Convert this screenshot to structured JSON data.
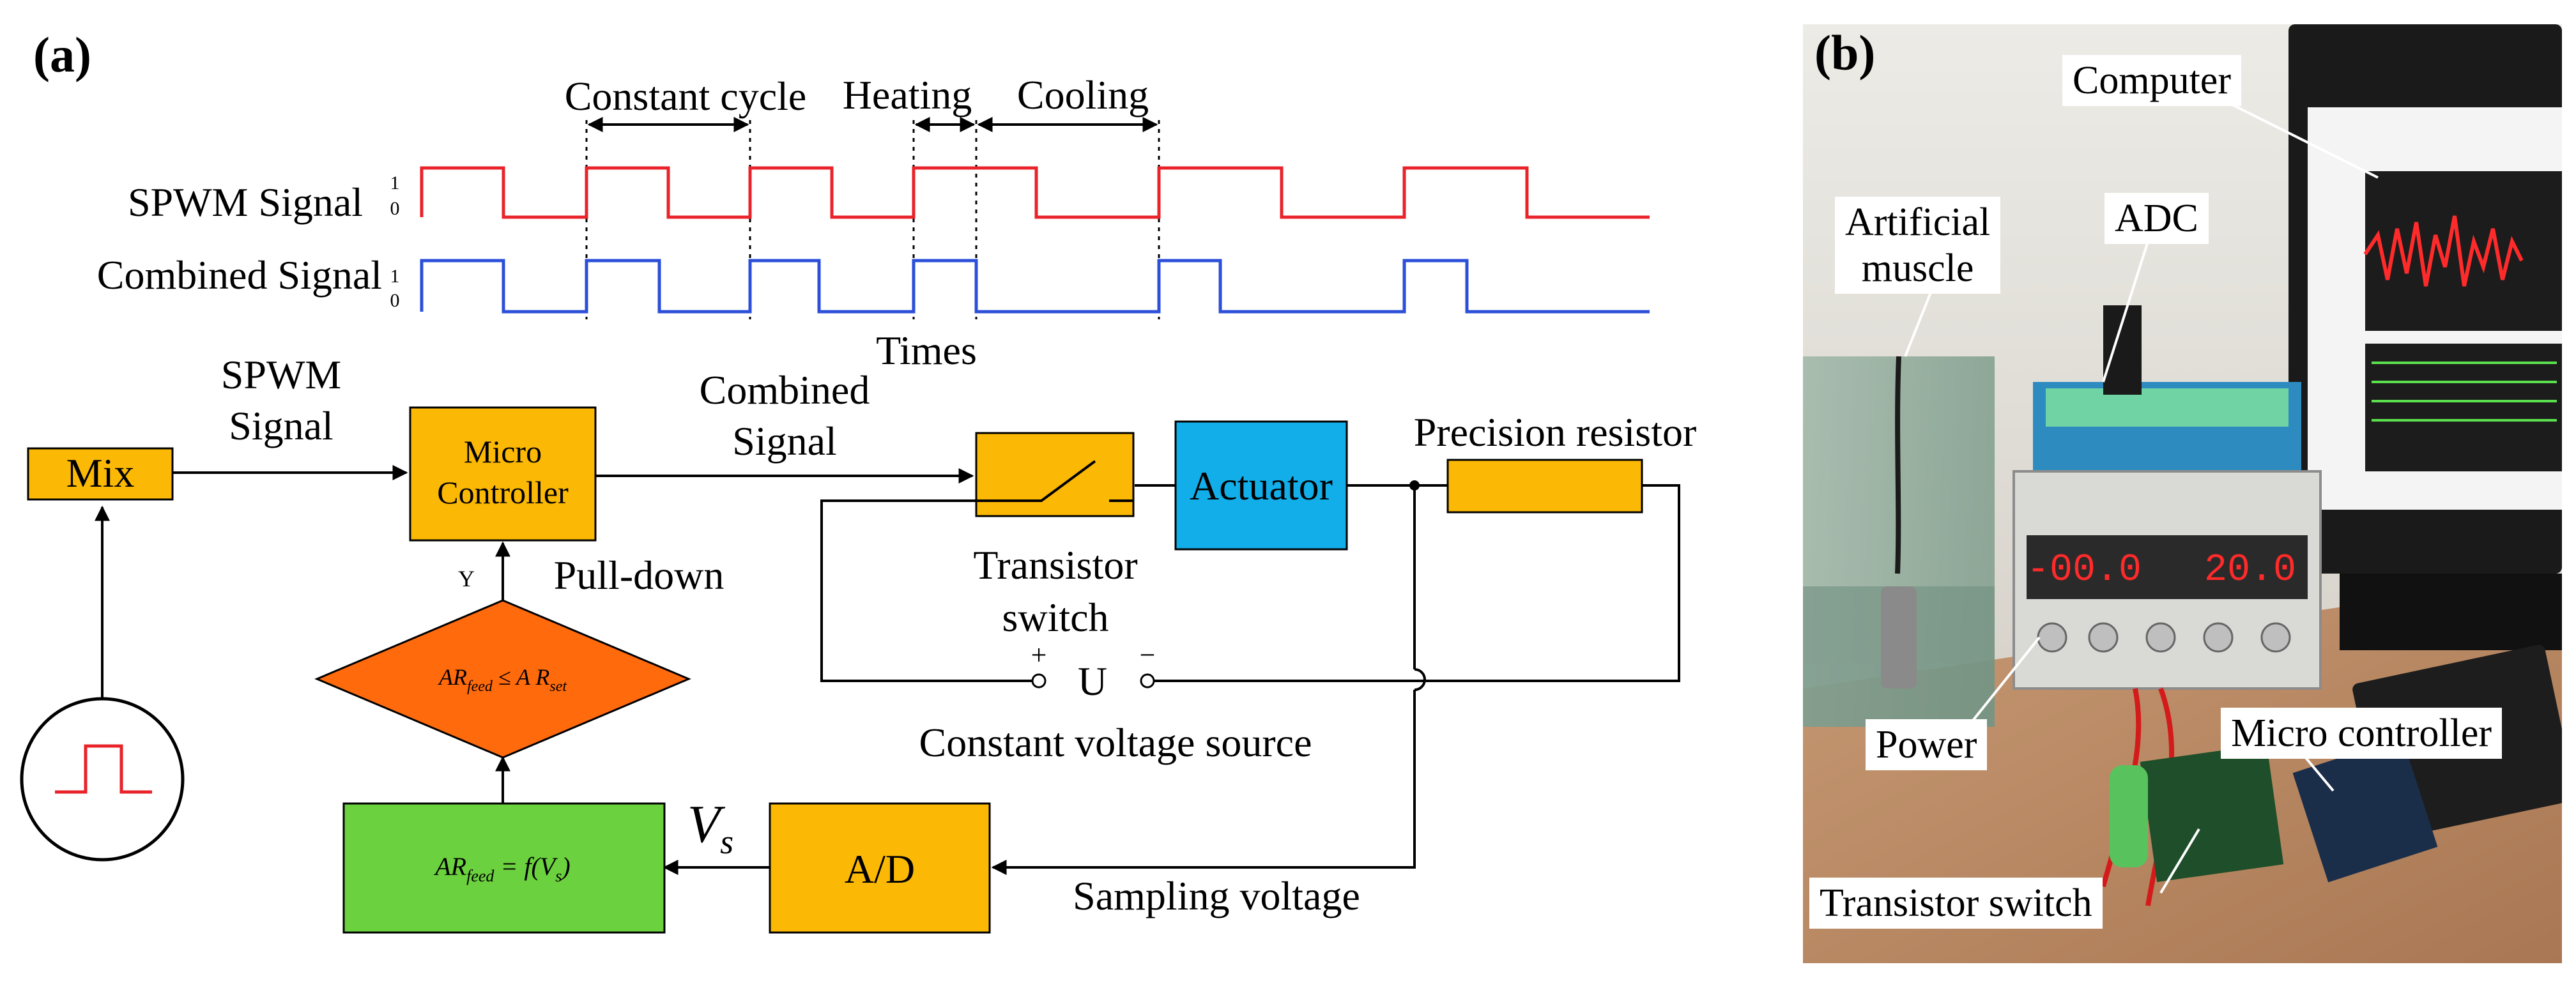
{
  "panel_a": {
    "label": "(a)",
    "timing": {
      "constant_cycle": "Constant cycle",
      "heating": "Heating",
      "cooling": "Cooling",
      "spwm_label": "SPWM Signal",
      "combined_label": "Combined Signal",
      "level_high": "1",
      "level_low": "0",
      "x_axis_label": "Times",
      "spwm_color": "#e8232a",
      "combined_color": "#2b4fd8"
    },
    "blocks": {
      "mix": "Mix",
      "micro_line1": "Micro",
      "micro_line2": "Controller",
      "actuator": "Actuator",
      "precision_resistor": "Precision resistor",
      "adc": "A/D",
      "transistor_line1": "Transistor",
      "transistor_line2": "switch",
      "decision_main": "AR",
      "decision_sub1": "feed",
      "decision_op": " ≤ A R",
      "decision_sub2": "set",
      "function_main": "AR",
      "function_sub1": "feed",
      "function_eq": " = f(V",
      "function_sub2": "s",
      "function_close": ")"
    },
    "connections": {
      "spwm_line1": "SPWM",
      "spwm_line2": "Signal",
      "combined_line1": "Combined",
      "combined_line2": "Signal",
      "pull_down": "Pull-down",
      "y_label": "Y",
      "vs_main": "V",
      "vs_sub": "s",
      "sampling_voltage": "Sampling voltage",
      "plus": "+",
      "minus": "−",
      "source_symbol": "U",
      "constant_voltage_source": "Constant voltage source"
    },
    "colors": {
      "yellow_block": "#fbb805",
      "blue_block": "#12aeea",
      "orange_block": "#ff6a0d",
      "green_block": "#6cd13f"
    }
  },
  "panel_b": {
    "label": "(b)",
    "callouts": {
      "computer": "Computer",
      "adc": "ADC",
      "artificial_muscle": "Artificial\nmuscle",
      "power": "Power",
      "micro_controller": "Micro controller",
      "transistor_switch": "Transistor switch"
    },
    "power_supply_left_display": "-00.0",
    "power_supply_right_display": "20.0"
  }
}
